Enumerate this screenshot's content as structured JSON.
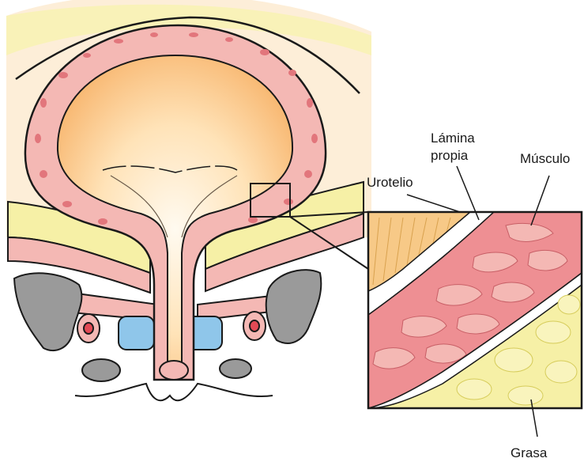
{
  "labels": {
    "lamina_line1": "Lámina",
    "lamina_line2": "propia",
    "musculo": "Músculo",
    "urotelio": "Urotelio",
    "grasa": "Grasa"
  },
  "colors": {
    "background_peach": "#fde7cf",
    "bladder_lumen": "#fbc88a",
    "bladder_lumen_center": "#fff4e2",
    "wall_pink": "#f4b8b4",
    "muscle_red": "#ee8f93",
    "fat_yellow": "#f6f0a6",
    "urothelium_orange": "#f7c987",
    "gray_tissue": "#9a9a9a",
    "blue_tissue": "#8fc6ea",
    "outline": "#1a1a1a"
  }
}
